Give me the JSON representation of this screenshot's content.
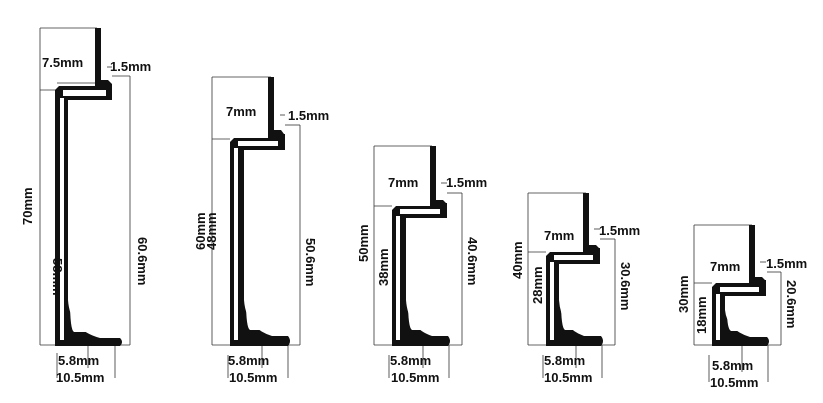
{
  "profiles": [
    {
      "name": "70mm",
      "total_height": "70mm",
      "inner_height": "58mm",
      "side_height": "60.6mm",
      "top_width": "7.5mm",
      "thickness": "1.5mm",
      "base_inner": "5.8mm",
      "base_outer": "10.5mm"
    },
    {
      "name": "60mm",
      "total_height": "60mm",
      "inner_height": "48mm",
      "side_height": "50.6mm",
      "top_width": "7mm",
      "thickness": "1.5mm",
      "base_inner": "5.8mm",
      "base_outer": "10.5mm"
    },
    {
      "name": "50mm",
      "total_height": "50mm",
      "inner_height": "38mm",
      "side_height": "40.6mm",
      "top_width": "7mm",
      "thickness": "1.5mm",
      "base_inner": "5.8mm",
      "base_outer": "10.5mm"
    },
    {
      "name": "40mm",
      "total_height": "40mm",
      "inner_height": "28mm",
      "side_height": "30.6mm",
      "top_width": "7mm",
      "thickness": "1.5mm",
      "base_inner": "5.8mm",
      "base_outer": "10.5mm"
    },
    {
      "name": "30mm",
      "total_height": "30mm",
      "inner_height": "18mm",
      "side_height": "20.6mm",
      "top_width": "7mm",
      "thickness": "1.5mm",
      "base_inner": "5.8mm",
      "base_outer": "10.5mm"
    }
  ]
}
